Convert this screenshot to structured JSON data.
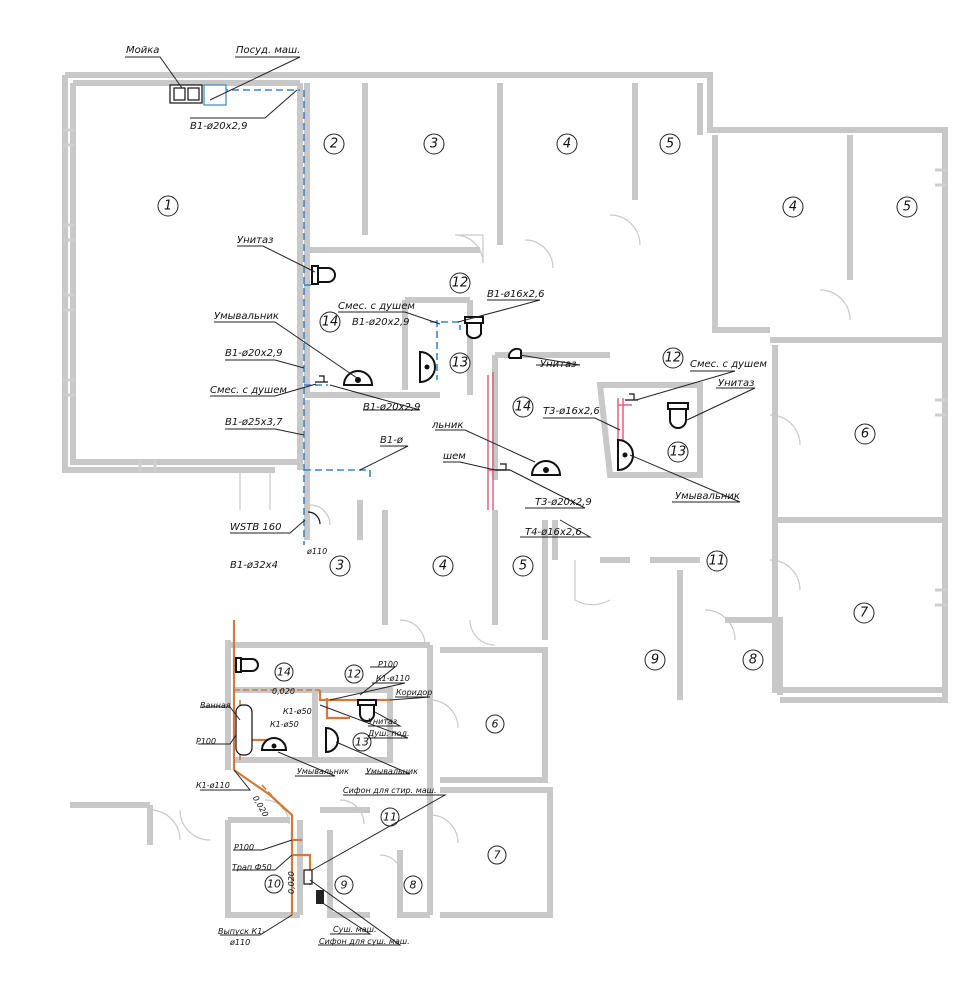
{
  "colors": {
    "water_cold": "#3b86c8",
    "water_hot": "#e2577a",
    "sewer": "#d27a3a",
    "walls": "#c8c8c8"
  },
  "upper_plan": {
    "rooms": {
      "r1": "1",
      "r2": "2",
      "r3": "3",
      "r4a": "4",
      "r5a": "5",
      "r4b": "4",
      "r5b": "5",
      "r6": "6",
      "r7": "7",
      "r11": "11",
      "r9": "9",
      "r8": "8",
      "r12a": "12",
      "r14a": "14",
      "r13a": "13",
      "r14b": "14",
      "r12b": "12",
      "r13b": "13",
      "r3b": "3",
      "r4c": "4",
      "r5c": "5"
    },
    "labels": {
      "sink": "Мойка",
      "dishwasher": "Посуд. маш.",
      "pipe_b1_20_top": "В1-ø20х2,9",
      "toilet_1": "Унитаз",
      "mixer_shower_1": "Смес. с душем",
      "pipe_b1_16": "В1-ø16х2,6",
      "washbasin_1": "Умывальник",
      "pipe_b1_20_a": "В1-ø20х2,9",
      "pipe_b1_20_b": "В1-ø20х2,9",
      "mixer_shower_2": "Смес. с душем",
      "pipe_b1_20_c": "В1-ø20х2,9",
      "pipe_b1_25": "В1-ø25х3,7",
      "pipe_b1_cut": "В1-ø",
      "wstb": "WSTB 160",
      "pipe_b1_32": "В1-ø32х4",
      "pipe_110": "ø110",
      "toilet_2": "Унитаз",
      "mixer_shower_3": "Смес. с душем",
      "toilet_3": "Унитаз",
      "pipe_t3_16": "Т3-ø16х2,6",
      "washbasin_cut": "льник",
      "shower_cut": "шем",
      "washbasin_2": "Умывальник",
      "pipe_t3_20": "Т3-ø20х2,9",
      "pipe_t4_16": "Т4-ø16х2,6"
    }
  },
  "lower_plan": {
    "rooms": {
      "r14": "14",
      "r12": "12",
      "r13": "13",
      "r6": "6",
      "r7": "7",
      "r11": "11",
      "r10": "10",
      "r9": "9",
      "r8": "8"
    },
    "labels": {
      "p100_top": "Р100",
      "k1_110_top": "К1-ø110",
      "corridor": "Коридор",
      "slope_1": "0,020",
      "bath": "Ванная",
      "k1_50_a": "К1-ø50",
      "k1_50_b": "К1-ø50",
      "toilet": "Унитаз",
      "shower_tray": "Душ. под.",
      "p100_left": "Р100",
      "washbasin_a": "Умывальник",
      "washbasin_b": "Умывальник",
      "k1_110_left": "К1-ø110",
      "slope_2": "0,020",
      "siphon_washer": "Сифон для стир. маш.",
      "p100_mid": "Р100",
      "drain": "Трап Ф50",
      "slope_3": "0,020",
      "outlet_1": "Выпуск К1-",
      "outlet_2": "ø110",
      "dryer": "Суш. маш.",
      "siphon_dryer": "Сифон для суш. маш."
    }
  }
}
